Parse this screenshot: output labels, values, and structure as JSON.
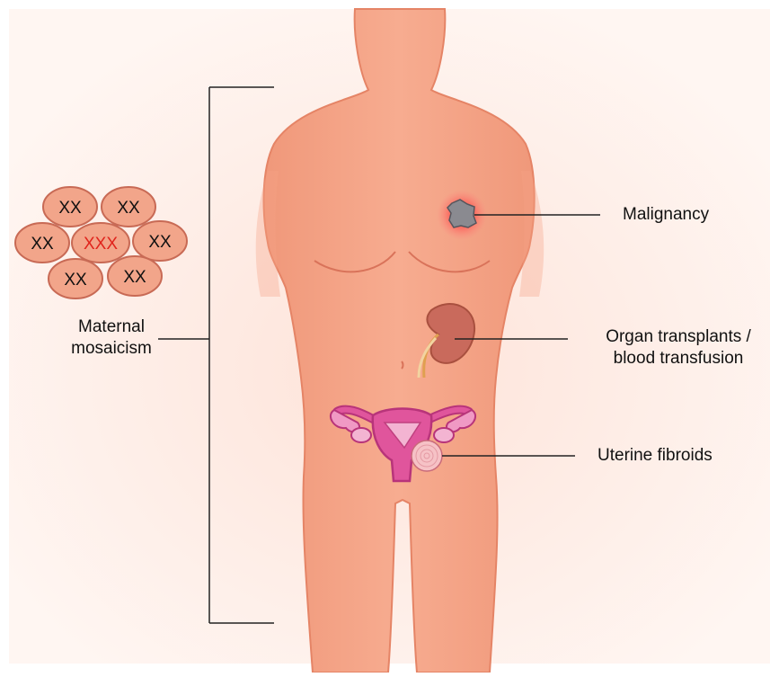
{
  "cells": {
    "normal_label": "XX",
    "abnormal_label": "XXX",
    "normal_color": "#111111",
    "abnormal_color": "#e0241c",
    "fill": "#f2a58a",
    "stroke": "#c86a55"
  },
  "labels": {
    "mosaicism_line1": "Maternal",
    "mosaicism_line2": "mosaicism",
    "malignancy": "Malignancy",
    "transplant_line1": "Organ transplants /",
    "transplant_line2": "blood transfusion",
    "fibroids": "Uterine fibroids"
  },
  "colors": {
    "background_glow": "#fde8e0",
    "skin": "#f5a486",
    "skin_edge": "#e8866a",
    "tumor": "#8a8a90",
    "tumor_glow": "#ff3030",
    "kidney": "#c96a5c",
    "uterus": "#e0559c",
    "uterus_dark": "#b8347a",
    "fibroid": "#f6c2c6",
    "line": "#222222"
  },
  "icons": {
    "tumor": "tumor-icon",
    "kidney": "kidney-icon",
    "uterus": "uterus-icon",
    "cell_cluster": "cell-cluster-icon"
  }
}
